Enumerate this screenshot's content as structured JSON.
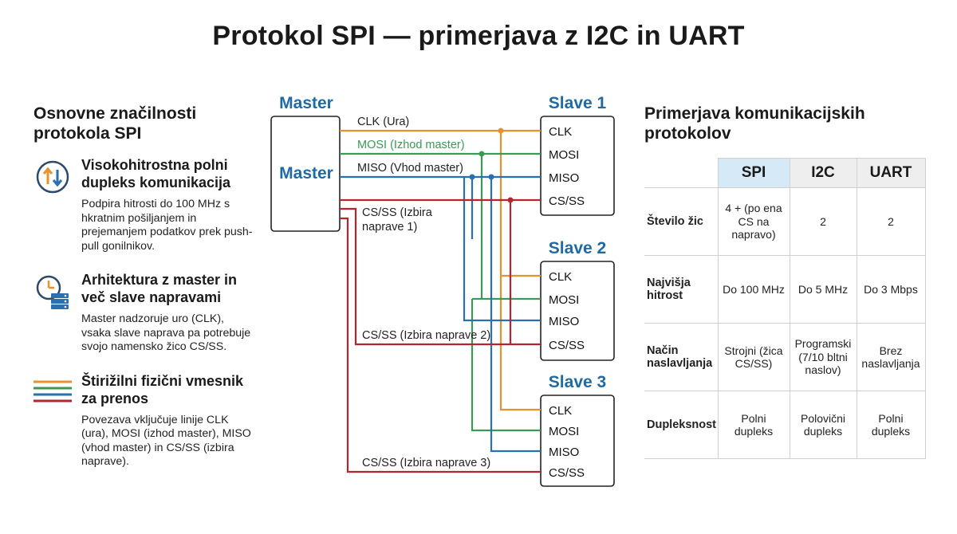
{
  "title": "Protokol SPI — primerjava z I2C in UART",
  "left": {
    "heading": "Osnovne značilnosti protokola SPI",
    "features": [
      {
        "icon": "duplex-arrows-icon",
        "title": "Visokohitrostna polni dupleks komunikacija",
        "text": "Podpira hitrosti do 100 MHz s hkratnim pošiljanjem in prejemanjem podatkov prek push-pull gonilnikov."
      },
      {
        "icon": "clock-server-icon",
        "title": "Arhitektura z master in več slave napravami",
        "text": "Master nadzoruje uro (CLK), vsaka slave naprava pa potrebuje svojo namensko žico CS/SS."
      },
      {
        "icon": "four-wires-icon",
        "title": "Štirižilni fizični vmesnik za prenos",
        "text": "Povezava vključuje linije CLK (ura), MOSI (izhod master), MISO (vhod master) in CS/SS (izbira naprave)."
      }
    ]
  },
  "diagram": {
    "master_header": "Master",
    "master_label": "Master",
    "slaves": [
      {
        "name": "Slave 1",
        "pins": [
          "CLK",
          "MOSI",
          "MISO",
          "CS/SS"
        ]
      },
      {
        "name": "Slave 2",
        "pins": [
          "CLK",
          "MOSI",
          "MISO",
          "CS/SS"
        ]
      },
      {
        "name": "Slave 3",
        "pins": [
          "CLK",
          "MOSI",
          "MISO",
          "CS/SS"
        ]
      }
    ],
    "line_labels": {
      "clk": "CLK (Ura)",
      "mosi": "MOSI (Izhod master)",
      "miso": "MISO (Vhod master)",
      "cs1_a": "CS/SS (Izbira",
      "cs1_b": "naprave 1)",
      "cs2": "CS/SS (Izbira naprave 2)",
      "cs3": "CS/SS (Izbira naprave 3)"
    },
    "colors": {
      "clk": "#e8912d",
      "mosi": "#3a9a55",
      "miso": "#2a6fb0",
      "cs": "#b3262d",
      "header": "#1f6aa5"
    }
  },
  "right": {
    "heading": "Primerjava komunikacijskih protokolov",
    "columns": [
      "SPI",
      "I2C",
      "UART"
    ],
    "rows": [
      {
        "label": "Število žic",
        "cells": [
          "4 + (po ena CS na napravo)",
          "2",
          "2"
        ]
      },
      {
        "label": "Najvišja hitrost",
        "cells": [
          "Do 100 MHz",
          "Do 5 MHz",
          "Do 3 Mbps"
        ]
      },
      {
        "label": "Način naslavljanja",
        "cells": [
          "Strojni (žica CS/SS)",
          "Programski (7/10 bltni naslov)",
          "Brez naslavljanja"
        ]
      },
      {
        "label": "Dupleksnost",
        "cells": [
          "Polni dupleks",
          "Polovični dupleks",
          "Polni dupleks"
        ]
      }
    ]
  }
}
